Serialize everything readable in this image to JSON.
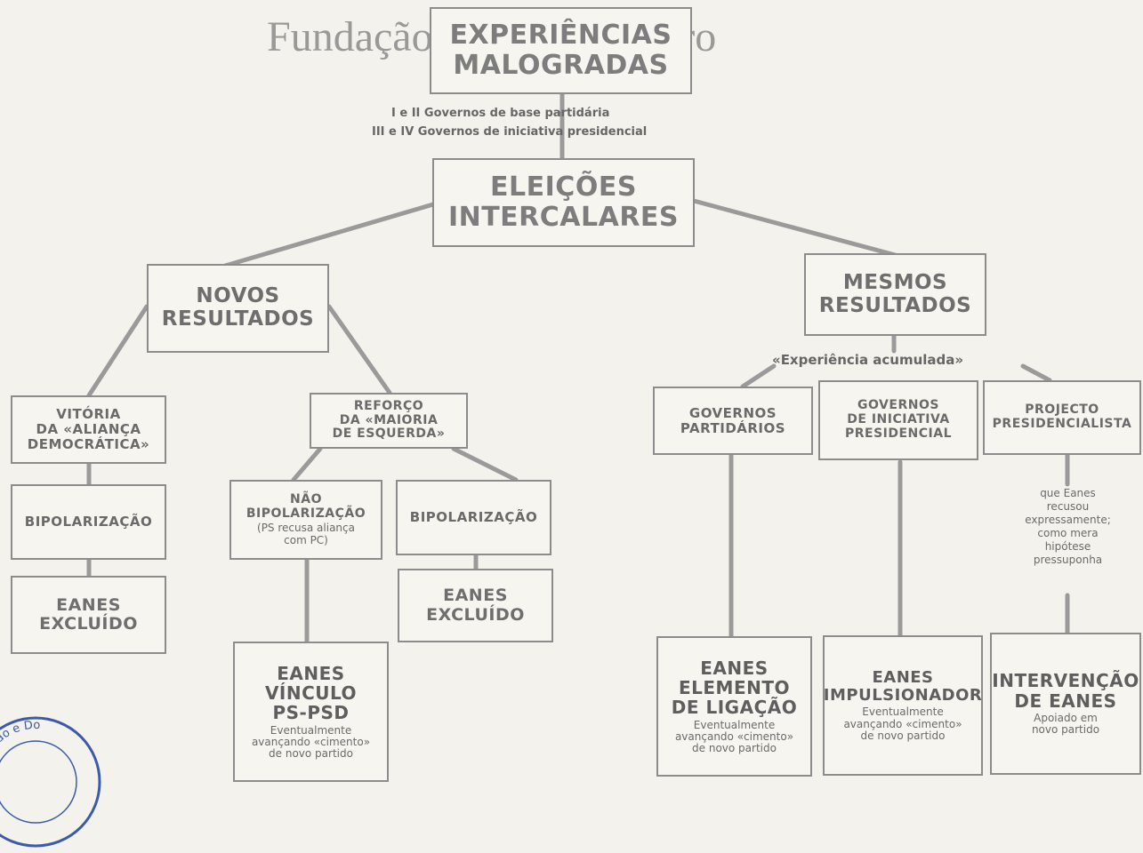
{
  "watermark": "Fundação Cuidar o Futuro",
  "nodes": {
    "experiencias": "EXPERIÊNCIAS\nMALOGRADAS",
    "eleicoes": "ELEIÇÕES\nINTERCALARES",
    "novos": "NOVOS\nRESULTADOS",
    "mesmos": "MESMOS\nRESULTADOS",
    "vitoria": "VITÓRIA\nDA «ALIANÇA\nDEMOCRÁTICA»",
    "bipol_left": "BIPOLARIZAÇÃO",
    "eanes_excl_left": "EANES\nEXCLUÍDO",
    "reforco": "REFORÇO\nDA «MAIORIA\nDE ESQUERDA»",
    "nao_bipol": "NÃO\nBIPOLARIZAÇÃO",
    "nao_bipol_note": "(PS recusa aliança\ncom PC)",
    "bipol_mid": "BIPOLARIZAÇÃO",
    "eanes_excl_mid": "EANES\nEXCLUÍDO",
    "eanes_vinculo": "EANES\nVÍNCULO\nPS-PSD",
    "eanes_vinculo_note": "Eventualmente\navançando «cimento»\nde novo partido",
    "gov_partidarios": "GOVERNOS\nPARTIDÁRIOS",
    "gov_iniciativa": "GOVERNOS\nDE INICIATIVA\nPRESIDENCIAL",
    "projecto": "PROJECTO\nPRESIDENCIALISTA",
    "eanes_ligacao": "EANES\nELEMENTO\nDE LIGAÇÃO",
    "eanes_ligacao_note": "Eventualmente\navançando «cimento»\nde novo partido",
    "eanes_impulsionador": "EANES\nIMPULSIONADOR",
    "eanes_impulsionador_note": "Eventualmente\navançando «cimento»\nde novo partido",
    "intervencao": "INTERVENÇÃO\nDE EANES",
    "intervencao_note": "Apoiado em\nnovo partido"
  },
  "labels": {
    "governos_line1": "I e II Governos de base partidária",
    "governos_line2": "III e IV Governos de iniciativa presidencial",
    "experiencia_acumulada": "«Experiência acumulada»",
    "eanes_note": "que Eanes\nrecusou\nexpressamente;\ncomo mera\nhipótese\npressuponha"
  },
  "stamp_text": "mentação e Do"
}
